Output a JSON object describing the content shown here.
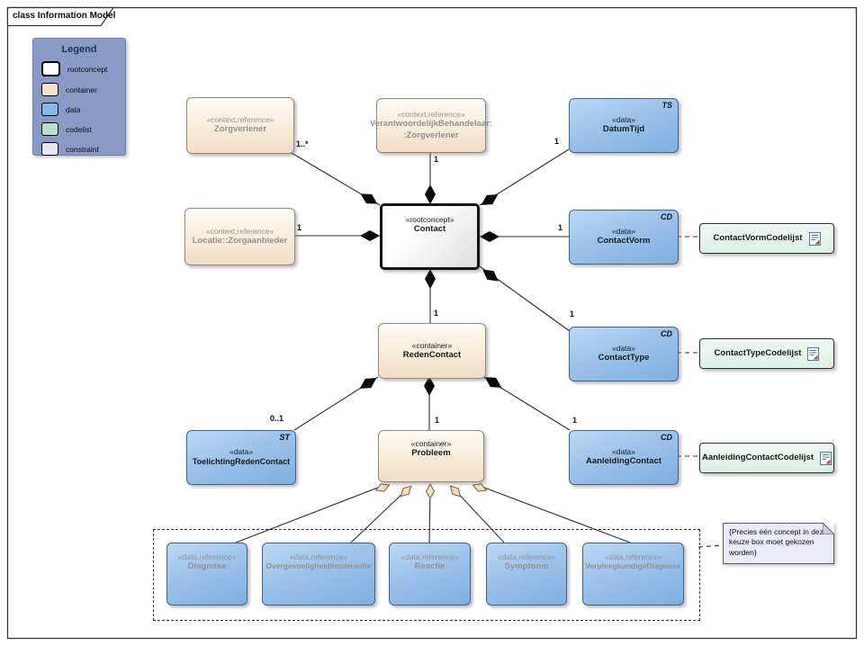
{
  "frame": {
    "title": "class Information Model"
  },
  "legend": {
    "title": "Legend",
    "items": [
      {
        "label": "rootconcept",
        "color": "#ffffff"
      },
      {
        "label": "container",
        "color": "#f6e3cf"
      },
      {
        "label": "data",
        "color": "#85b9ea"
      },
      {
        "label": "codelist",
        "color": "#b8dfc8"
      },
      {
        "label": "constraint",
        "color": "#e6e5f5"
      }
    ]
  },
  "nodes": {
    "zorgverlener": {
      "stereotype": "«context,reference»",
      "name": "Zorgverlener"
    },
    "verantwoordelijk": {
      "stereotype": "«context,reference»",
      "name": "VerantwoordelijkBehandelaar:",
      "name2": ":Zorgverlener"
    },
    "datumtijd": {
      "stereotype": "«data»",
      "name": "DatumTijd",
      "type": "TS"
    },
    "contact": {
      "stereotype": "«rootconcept»",
      "name": "Contact"
    },
    "locatie": {
      "stereotype": "«context,reference»",
      "name": "Locatie::Zorgaanbieder"
    },
    "contactvorm": {
      "stereotype": "«data»",
      "name": "ContactVorm",
      "type": "CD"
    },
    "contacttype": {
      "stereotype": "«data»",
      "name": "ContactType",
      "type": "CD"
    },
    "redencontact": {
      "stereotype": "«container»",
      "name": "RedenContact"
    },
    "toelichting": {
      "stereotype": "«data»",
      "name": "ToelichtingRedenContact",
      "type": "ST"
    },
    "probleem": {
      "stereotype": "«container»",
      "name": "Probleem"
    },
    "aanleiding": {
      "stereotype": "«data»",
      "name": "AanleidingContact",
      "type": "CD"
    },
    "diagnose": {
      "stereotype": "«data,reference»",
      "name": "Diagnose"
    },
    "overgevoeligheid": {
      "stereotype": "«data,reference»",
      "name": "OvergevoeligheidIntolerantie"
    },
    "reactie": {
      "stereotype": "«data,reference»",
      "name": "Reactie"
    },
    "symptoom": {
      "stereotype": "«data,reference»",
      "name": "Symptoom"
    },
    "verpleegkundige": {
      "stereotype": "«data,reference»",
      "name": "VerpleegkundigeDiagnose"
    }
  },
  "codelists": {
    "contactvorm": "ContactVormCodelijst",
    "contacttype": "ContactTypeCodelijst",
    "aanleiding": "AanleidingContactCodelijst"
  },
  "multiplicities": {
    "zorgverlener": "1..*",
    "verantwoordelijk": "1",
    "datumtijd": "1",
    "locatie": "1",
    "contactvorm": "1",
    "contacttype": "1",
    "redencontact": "1",
    "toelichting": "0..1",
    "probleem": "1",
    "aanleiding": "1"
  },
  "note": {
    "text": "{Precies één concept in deze keuze box moet gekozen worden}"
  }
}
